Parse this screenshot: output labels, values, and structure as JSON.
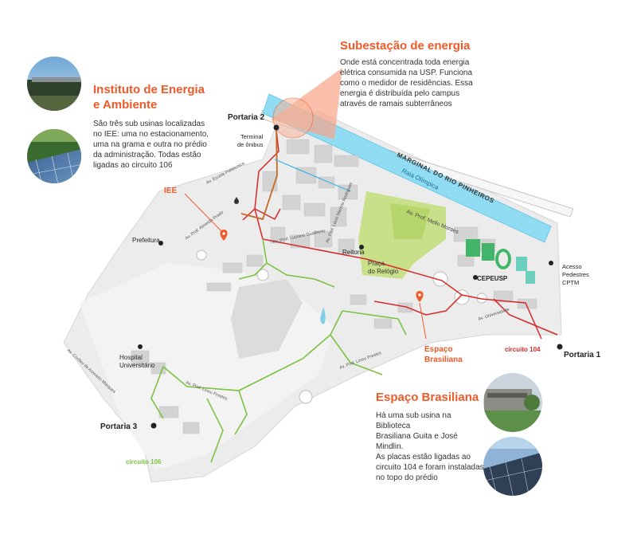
{
  "ieee_block": {
    "title_line1": "Instituto de Energia",
    "title_line2": "e Ambiente",
    "body": [
      "São três sub usinas localizadas",
      "no IEE: uma no estacionamento,",
      "uma na grama e outra no prédio",
      "da administração. Todas estão",
      "ligadas ao circuito 106"
    ]
  },
  "substation_block": {
    "title": "Subestação de energia",
    "body": [
      "Onde está concentrada toda energia",
      "elétrica consumida na USP. Funciona",
      "como o medidor de residências. Essa",
      "energia é distribuída pelo campus",
      "através de ramais subterrâneos"
    ]
  },
  "brasiliana_block": {
    "title": "Espaço Brasiliana",
    "body": [
      "Há uma sub usina na Biblioteca",
      "Brasiliana Guita e José Mindlin.",
      "As placas estão ligadas ao",
      "circuito 104 e foram instaladas",
      "no topo do prédio"
    ]
  },
  "map_labels": {
    "portaria1": "Portaria 1",
    "portaria2": "Portaria 2",
    "portaria3": "Portaria 3",
    "terminal_line1": "Terminal",
    "terminal_line2": "de ônibus",
    "marginal": "MARGINAL DO RIO PINHEIROS",
    "raia": "Raia Olímpica",
    "iee": "IEE",
    "prefeitura": "Prefeitura",
    "reitoria": "Reitoria",
    "praca_line1": "Praça",
    "praca_line2": "do Relógio",
    "cepeusp": "CEPEUSP",
    "acesso_line1": "Acesso",
    "acesso_line2": "Pedestres",
    "acesso_line3": "CPTM",
    "hospital_line1": "Hospital",
    "hospital_line2": "Universitário",
    "espaco_line1": "Espaço",
    "espaco_line2": "Brasiliana",
    "circuito104": "circuito 104",
    "circuito106": "circuito 106",
    "av_escola_politecnica": "Av. Escola Politécnica",
    "av_almeida_prado": "Av. Prof. Almeida Prado",
    "av_luciano_gualberto": "Av. Prof. Luciano Gualberto",
    "av_lucio_rodrigues": "Av. Prof. Lúcio Martins Rodrigues",
    "av_mello_moraes": "Av. Prof. Mello Moraes",
    "av_universidade": "Av. Universidade",
    "av_lineu_prestes_1": "Av. Prof. Lineu Prestes",
    "av_lineu_prestes_2": "Av. Prof. Lineu Prestes",
    "av_corifeu": "Av. Corifeu de Azevedo Marques"
  },
  "colors": {
    "accent_orange": "#f05a28",
    "circuit_red": "#d62a2a",
    "circuit_green": "#7dc242",
    "park_green": "#c9e08a",
    "river_blue": "#8fdcf3",
    "block_gray": "#e6e6e6",
    "building_gray": "#cfcfcf"
  }
}
